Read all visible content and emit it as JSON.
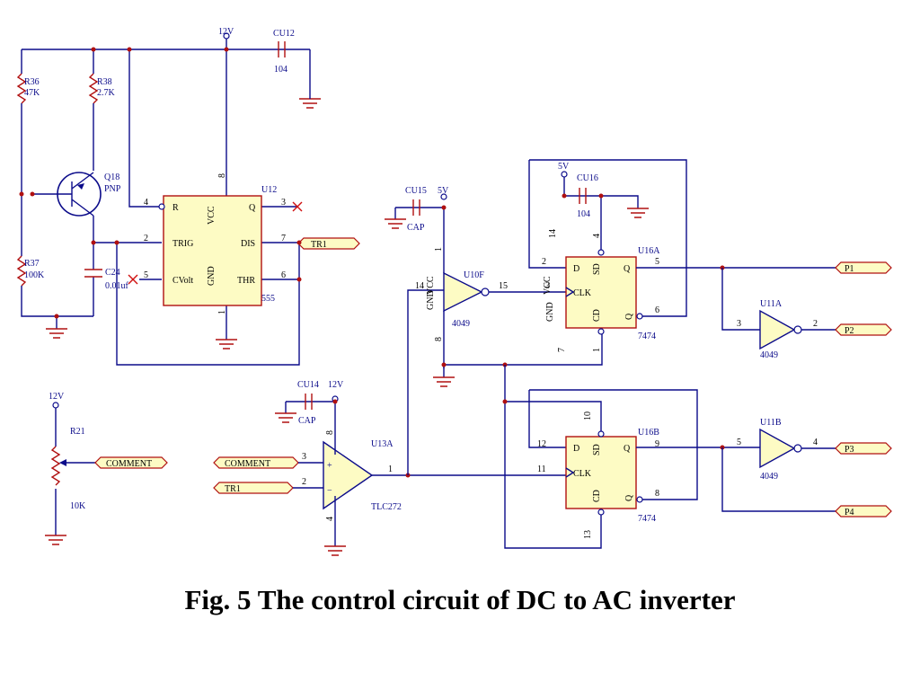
{
  "caption": "Fig. 5 The control circuit of DC to AC inverter",
  "timer": {
    "ref": "U12",
    "part": "555",
    "pins": {
      "r": "R",
      "trig": "TRIG",
      "cvolt": "CVolt",
      "vcc": "VCC",
      "gnd": "GND",
      "q": "Q",
      "dis": "DIS",
      "thr": "THR"
    },
    "pin_numbers": {
      "r": "4",
      "trig": "2",
      "cvolt": "5",
      "vcc": "8",
      "gnd": "1",
      "q": "3",
      "dis": "7",
      "thr": "6"
    }
  },
  "resistors": {
    "r36": {
      "ref": "R36",
      "value": "47K"
    },
    "r38": {
      "ref": "R38",
      "value": "2.7K"
    },
    "r37": {
      "ref": "R37",
      "value": "100K"
    },
    "r21": {
      "ref": "R21",
      "value": "10K"
    }
  },
  "transistor": {
    "ref": "Q18",
    "type": "PNP"
  },
  "capacitors": {
    "cu12": {
      "ref": "CU12",
      "value": "104"
    },
    "c24": {
      "ref": "C24",
      "value": "0.01uf"
    },
    "cu15": {
      "ref": "CU15",
      "value": "CAP"
    },
    "cu16": {
      "ref": "CU16",
      "value": "104"
    },
    "cu14": {
      "ref": "CU14",
      "value": "CAP"
    }
  },
  "supplies": {
    "v12a": "12V",
    "v12b": "12V",
    "v12c": "12V",
    "v5a": "5V",
    "v5b": "5V"
  },
  "inverters": {
    "u10f": {
      "ref": "U10F",
      "part": "4049",
      "in": "14",
      "out": "15",
      "vcc": "1",
      "gnd": "8",
      "vcc_lbl": "VCC",
      "gnd_lbl": "GND"
    },
    "u11a": {
      "ref": "U11A",
      "part": "4049",
      "in": "3",
      "out": "2"
    },
    "u11b": {
      "ref": "U11B",
      "part": "4049",
      "in": "5",
      "out": "4"
    }
  },
  "flipflops": {
    "u16a": {
      "ref": "U16A",
      "part": "7474",
      "d": "D",
      "sd": "SD",
      "q": "Q",
      "clk": "CLK",
      "cd": "CD",
      "qn": "Q",
      "pin_d": "2",
      "pin_sd": "4",
      "pin_q": "5",
      "pin_clk": "3",
      "pin_cd": "1",
      "pin_qn": "6",
      "pin_vcc": "14",
      "pin_gnd": "7",
      "vcc_lbl": "VCC",
      "gnd_lbl": "GND"
    },
    "u16b": {
      "ref": "U16B",
      "part": "7474",
      "d": "D",
      "sd": "SD",
      "q": "Q",
      "clk": "CLK",
      "cd": "CD",
      "qn": "Q",
      "pin_d": "12",
      "pin_sd": "10",
      "pin_q": "9",
      "pin_clk": "11",
      "pin_cd": "13",
      "pin_qn": "8"
    }
  },
  "opamp": {
    "ref": "U13A",
    "part": "TLC272",
    "plus": "+",
    "minus": "−",
    "pin_plus": "3",
    "pin_minus": "2",
    "pin_out": "1",
    "pin_vcc": "8",
    "pin_gnd": "4"
  },
  "ports": {
    "tr1_out": "TR1",
    "comment_r21": "COMMENT",
    "comment_in": "COMMENT",
    "tr1_in": "TR1",
    "p1": "P1",
    "p2": "P2",
    "p3": "P3",
    "p4": "P4"
  }
}
